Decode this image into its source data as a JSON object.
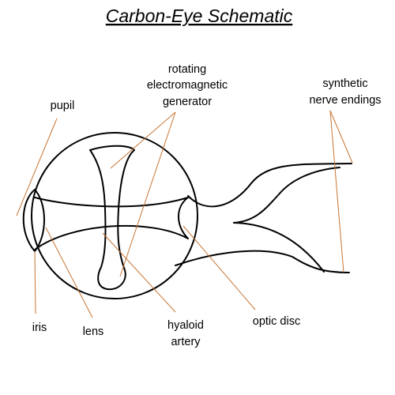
{
  "title": "Carbon-Eye Schematic",
  "labels": {
    "pupil": "pupil",
    "generator": [
      "rotating",
      "electromagnetic",
      "generator"
    ],
    "nerve": [
      "synthetic",
      "nerve endings"
    ],
    "iris": "iris",
    "lens": "lens",
    "hyaloid": [
      "hyaloid",
      "artery"
    ],
    "optic_disc": "optic disc"
  },
  "colors": {
    "ink": "#000000",
    "leader": "#c87533",
    "background": "#ffffff"
  }
}
